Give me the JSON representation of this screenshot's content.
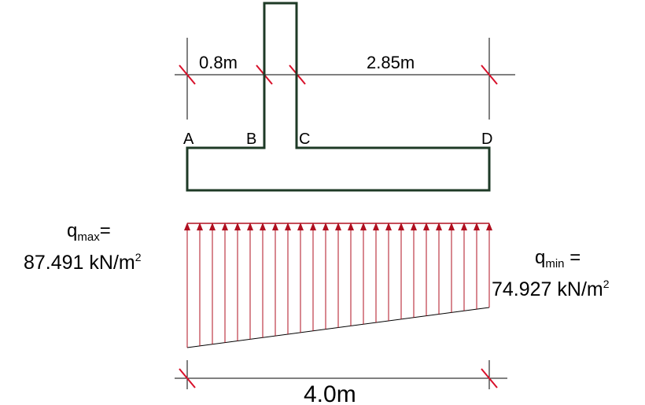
{
  "dimensions": {
    "left_segment": "0.8m",
    "right_segment": "2.85m",
    "total_width": "4.0m"
  },
  "points": {
    "a": "A",
    "b": "B",
    "c": "C",
    "d": "D"
  },
  "pressure": {
    "qmax_symbol": "q",
    "qmax_subscript": "max",
    "qmax_equals": "=",
    "qmax_value": "87.491 kN/m",
    "qmax_exponent": "2",
    "qmin_symbol": "q",
    "qmin_subscript": "min",
    "qmin_equals": " =",
    "qmin_value": "74.927 kN/m",
    "qmin_exponent": "2"
  },
  "colors": {
    "outline": "#1e3a26",
    "arrow": "#b01020",
    "tick": "#d8102a",
    "dimension_line": "#000000"
  }
}
